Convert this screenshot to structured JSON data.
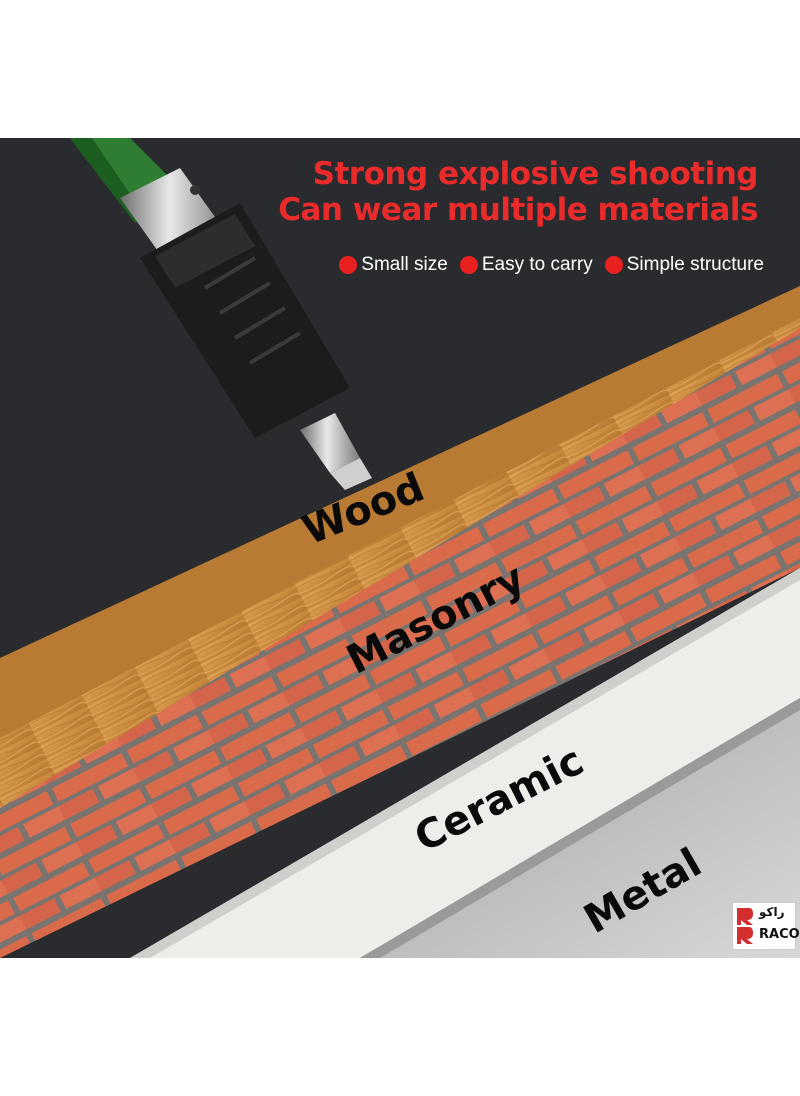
{
  "headline": {
    "line1": "Strong explosive shooting",
    "line2": "Can wear multiple materials"
  },
  "features": [
    {
      "label": "Small size"
    },
    {
      "label": "Easy to carry"
    },
    {
      "label": "Simple structure"
    }
  ],
  "materials": {
    "wood": "Wood",
    "masonry": "Masonry",
    "ceramic": "Ceramic",
    "metal": "Metal"
  },
  "logo": {
    "arabic": "راكو",
    "latin": "RACO"
  },
  "colors": {
    "headline": "#ea2b2b",
    "bullet": "#e82020",
    "background": "#2a2b2f",
    "wood": "#c98a3e",
    "brick": "#d96a4a",
    "ceramic": "#ededea",
    "metal": "#c9c9c9",
    "tool_handle": "#2e7d32"
  }
}
